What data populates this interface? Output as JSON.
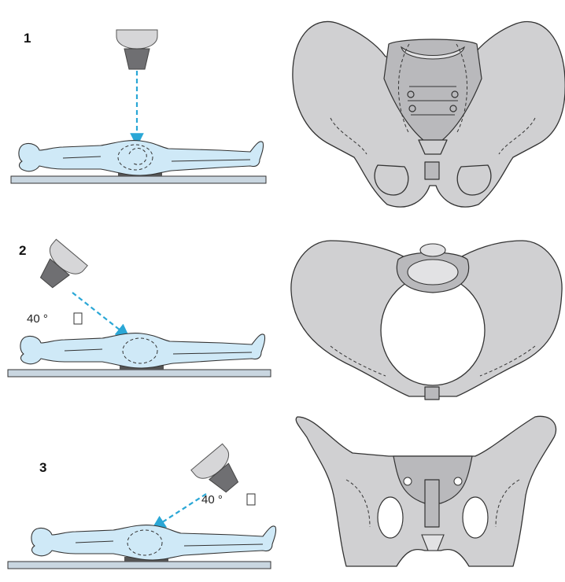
{
  "panels": [
    {
      "number": "1",
      "angle_label": ""
    },
    {
      "number": "2",
      "angle_label": "40 °"
    },
    {
      "number": "3",
      "angle_label": "40 °"
    }
  ],
  "colors": {
    "beam": "#2aa7d6",
    "patient": "#cfe9f7",
    "bone": "#d0d0d2",
    "table": "#c9d6e0"
  }
}
